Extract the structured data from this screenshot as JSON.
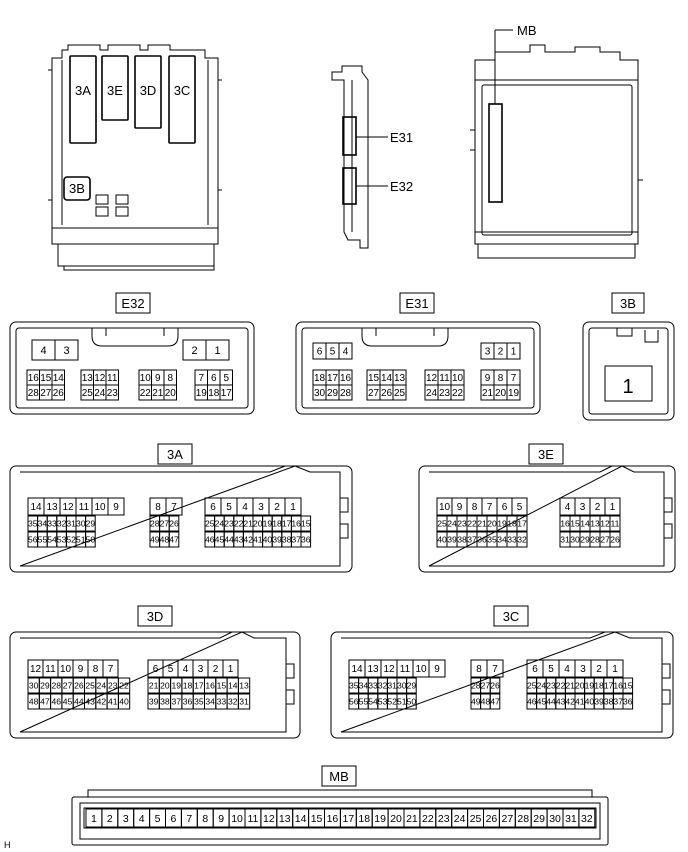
{
  "callouts": {
    "mb": "MB",
    "e31": "E31",
    "e32": "E32"
  },
  "junction_labels": [
    "3A",
    "3E",
    "3D",
    "3C",
    "3B"
  ],
  "footer_code": "H",
  "connectors": {
    "e32": {
      "title": "E32",
      "rows": [
        [
          "4",
          "3",
          "2",
          "1"
        ],
        [
          "16",
          "15",
          "14",
          "13",
          "12",
          "11",
          "10",
          "9",
          "8",
          "7",
          "6",
          "5"
        ],
        [
          "28",
          "27",
          "26",
          "25",
          "24",
          "23",
          "22",
          "21",
          "20",
          "19",
          "18",
          "17"
        ]
      ]
    },
    "e31": {
      "title": "E31",
      "rows": [
        [
          "6",
          "5",
          "4",
          "3",
          "2",
          "1"
        ],
        [
          "18",
          "17",
          "16",
          "15",
          "14",
          "13",
          "12",
          "11",
          "10",
          "9",
          "8",
          "7"
        ],
        [
          "30",
          "29",
          "28",
          "27",
          "26",
          "25",
          "24",
          "23",
          "22",
          "21",
          "20",
          "19"
        ]
      ]
    },
    "c3b": {
      "title": "3B",
      "pins": [
        "1"
      ]
    },
    "c3a": {
      "title": "3A",
      "rows": [
        [
          "14",
          "13",
          "12",
          "11",
          "10",
          "9",
          "8",
          "7",
          "6",
          "5",
          "4",
          "3",
          "2",
          "1"
        ],
        [
          "35",
          "34",
          "33",
          "32",
          "31",
          "30",
          "29",
          "28",
          "27",
          "26",
          "25",
          "24",
          "23",
          "22",
          "21",
          "20",
          "19",
          "18",
          "17",
          "16",
          "15"
        ],
        [
          "56",
          "55",
          "54",
          "53",
          "52",
          "51",
          "50",
          "49",
          "48",
          "47",
          "46",
          "45",
          "44",
          "43",
          "42",
          "41",
          "40",
          "39",
          "38",
          "37",
          "36"
        ]
      ]
    },
    "c3e": {
      "title": "3E",
      "rows": [
        [
          "10",
          "9",
          "8",
          "7",
          "6",
          "5",
          "4",
          "3",
          "2",
          "1"
        ],
        [
          "25",
          "24",
          "23",
          "22",
          "21",
          "20",
          "19",
          "18",
          "17",
          "16",
          "15",
          "14",
          "13",
          "12",
          "11"
        ],
        [
          "40",
          "39",
          "38",
          "37",
          "36",
          "35",
          "34",
          "33",
          "32",
          "31",
          "30",
          "29",
          "28",
          "27",
          "26"
        ]
      ]
    },
    "c3d": {
      "title": "3D",
      "rows": [
        [
          "12",
          "11",
          "10",
          "9",
          "8",
          "7",
          "6",
          "5",
          "4",
          "3",
          "2",
          "1"
        ],
        [
          "30",
          "29",
          "28",
          "27",
          "26",
          "25",
          "24",
          "23",
          "22",
          "21",
          "20",
          "19",
          "18",
          "17",
          "16",
          "15",
          "14",
          "13"
        ],
        [
          "48",
          "47",
          "46",
          "45",
          "44",
          "43",
          "42",
          "41",
          "40",
          "39",
          "38",
          "37",
          "36",
          "35",
          "34",
          "33",
          "32",
          "31"
        ]
      ]
    },
    "c3c": {
      "title": "3C",
      "rows": [
        [
          "14",
          "13",
          "12",
          "11",
          "10",
          "9",
          "8",
          "7",
          "6",
          "5",
          "4",
          "3",
          "2",
          "1"
        ],
        [
          "35",
          "34",
          "33",
          "32",
          "31",
          "30",
          "29",
          "28",
          "27",
          "26",
          "25",
          "24",
          "23",
          "22",
          "21",
          "20",
          "19",
          "18",
          "17",
          "16",
          "15"
        ],
        [
          "56",
          "55",
          "54",
          "53",
          "52",
          "51",
          "50",
          "49",
          "48",
          "47",
          "46",
          "45",
          "44",
          "43",
          "42",
          "41",
          "40",
          "39",
          "38",
          "37",
          "36"
        ]
      ]
    },
    "mb": {
      "title": "MB",
      "pins": [
        "1",
        "2",
        "3",
        "4",
        "5",
        "6",
        "7",
        "8",
        "9",
        "10",
        "11",
        "12",
        "13",
        "14",
        "15",
        "16",
        "17",
        "18",
        "19",
        "20",
        "21",
        "22",
        "23",
        "24",
        "25",
        "26",
        "27",
        "28",
        "29",
        "30",
        "31",
        "32"
      ]
    }
  }
}
